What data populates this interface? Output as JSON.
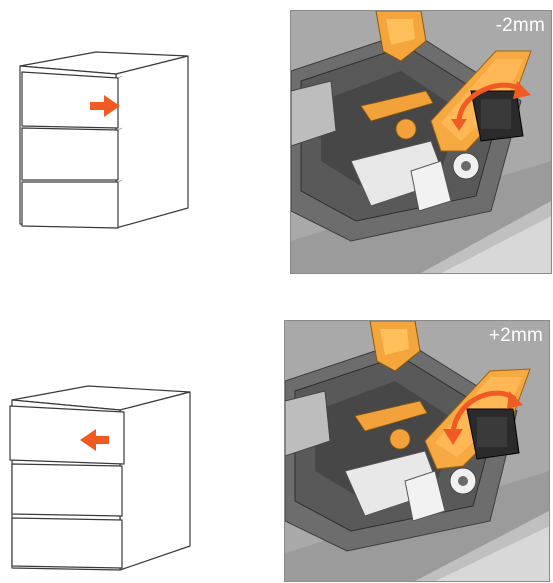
{
  "steps": [
    {
      "adjustment": "-2mm",
      "arrow_direction": "right",
      "rotation": "clockwise"
    },
    {
      "adjustment": "+2mm",
      "arrow_direction": "left",
      "rotation": "counterclockwise"
    }
  ],
  "colors": {
    "arrow": "#f15a22",
    "lever": "#f7a941",
    "detail_bg": "#a7a7a7",
    "line": "#4a4a4a"
  },
  "icons": [
    "drawer-cabinet-icon",
    "push-arrow-icon",
    "rotate-arrow-icon"
  ]
}
